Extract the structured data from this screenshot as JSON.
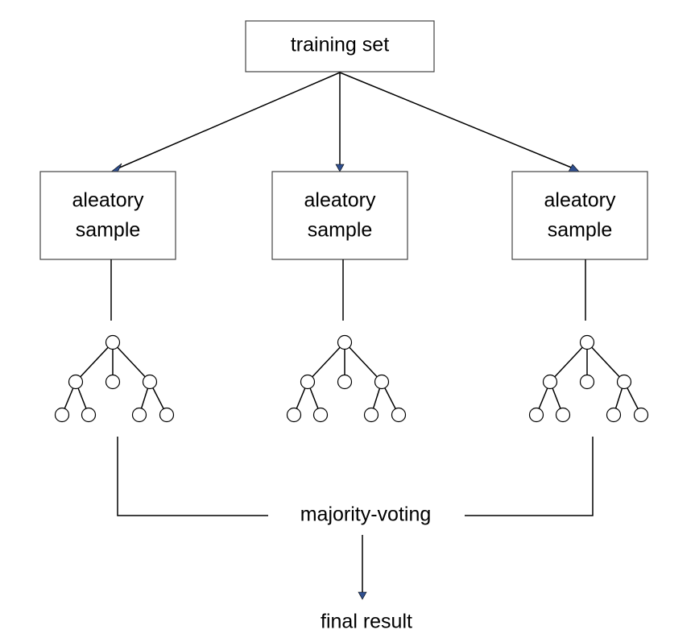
{
  "top_box": {
    "label": "training set"
  },
  "samples": [
    {
      "line1": "aleatory",
      "line2": "sample"
    },
    {
      "line1": "aleatory",
      "line2": "sample"
    },
    {
      "line1": "aleatory",
      "line2": "sample"
    }
  ],
  "voting": {
    "label": "majority-voting"
  },
  "result": {
    "label": "final result"
  },
  "colors": {
    "arrowhead": "#2f4f8f",
    "line": "#000000",
    "box_border": "#444444"
  }
}
